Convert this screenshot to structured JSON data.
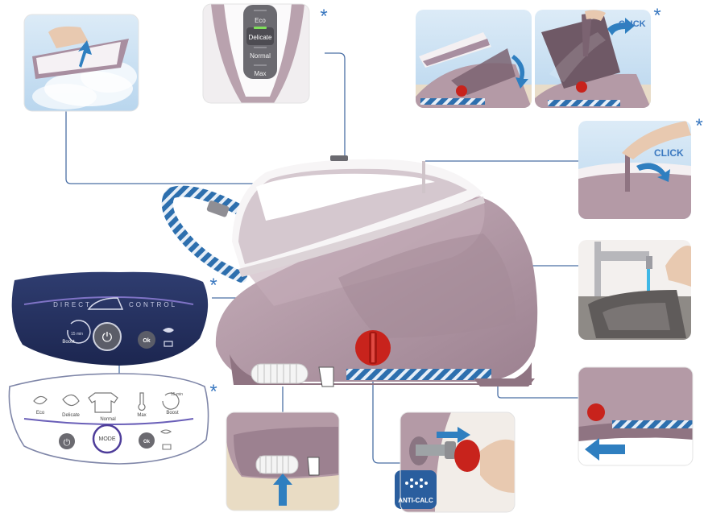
{
  "markers": {
    "asterisk": "*"
  },
  "steam_selector": {
    "eco": "Eco",
    "delicate": "Delicate",
    "normal": "Normal",
    "max": "Max"
  },
  "click_labels": {
    "lid_click": "CLICK",
    "handle_click": "CLICK"
  },
  "anticalc": {
    "label": "ANTI-CALC"
  },
  "control_panel_dark": {
    "title_left": "DIRECT",
    "title_right": "CONTROL",
    "boost_label": "Boost",
    "timer_label": "15 min",
    "ok_label": "Ok",
    "power_symbol": "⏻"
  },
  "control_panel_light": {
    "eco": "Eco",
    "delicate": "Delicate",
    "normal": "Normal",
    "max": "Max",
    "boost": "Boost",
    "timer_label": "15 min",
    "mode": "MODE",
    "ok": "Ok",
    "power_symbol": "⏻"
  },
  "colors": {
    "body_mauve": "#b49aa6",
    "body_dark": "#8f7482",
    "panel_navy": "#25325f",
    "accent_blue": "#2f7fc0",
    "knob_red": "#c8231c",
    "leader_line": "#4a6fa5",
    "led_green": "#7fe05a"
  }
}
